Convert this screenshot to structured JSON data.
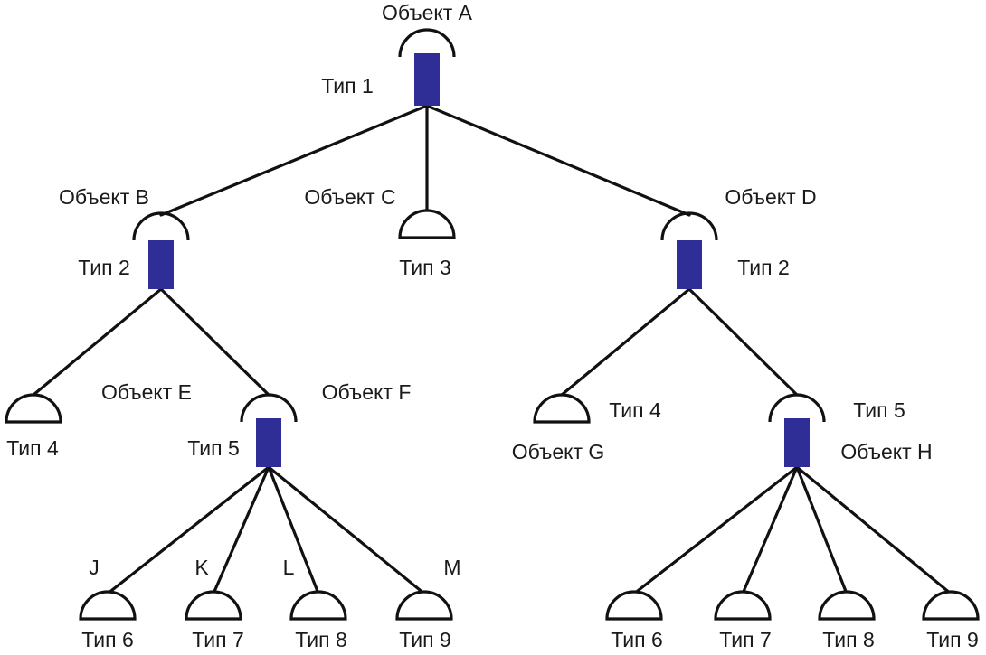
{
  "colors": {
    "type_box": "#2e2e96",
    "line": "#111111"
  },
  "objects": {
    "A": {
      "name": "Объект A",
      "type": "Тип 1"
    },
    "B": {
      "name": "Объект B",
      "type": "Тип 2"
    },
    "C": {
      "name": "Объект C",
      "type": "Тип 3"
    },
    "D": {
      "name": "Объект D",
      "type": "Тип 2"
    },
    "E": {
      "name": "Объект E",
      "type": "Тип 4"
    },
    "F": {
      "name": "Объект F",
      "type": "Тип 5"
    },
    "G": {
      "name": "Объект G",
      "type": "Тип 4"
    },
    "H": {
      "name": "Объект H",
      "type": "Тип 5"
    },
    "J": {
      "name": "J",
      "type": "Тип 6"
    },
    "K": {
      "name": "K",
      "type": "Тип 7"
    },
    "L": {
      "name": "L",
      "type": "Тип 8"
    },
    "M": {
      "name": "M",
      "type": "Тип 9"
    },
    "H1": {
      "type": "Тип 6"
    },
    "H2": {
      "type": "Тип 7"
    },
    "H3": {
      "type": "Тип 8"
    },
    "H4": {
      "type": "Тип 9"
    }
  },
  "edges": [
    [
      "A",
      "B"
    ],
    [
      "A",
      "C"
    ],
    [
      "A",
      "D"
    ],
    [
      "B",
      "E"
    ],
    [
      "B",
      "F"
    ],
    [
      "D",
      "G"
    ],
    [
      "D",
      "H"
    ],
    [
      "F",
      "J"
    ],
    [
      "F",
      "K"
    ],
    [
      "F",
      "L"
    ],
    [
      "F",
      "M"
    ],
    [
      "H",
      "H1"
    ],
    [
      "H",
      "H2"
    ],
    [
      "H",
      "H3"
    ],
    [
      "H",
      "H4"
    ]
  ]
}
